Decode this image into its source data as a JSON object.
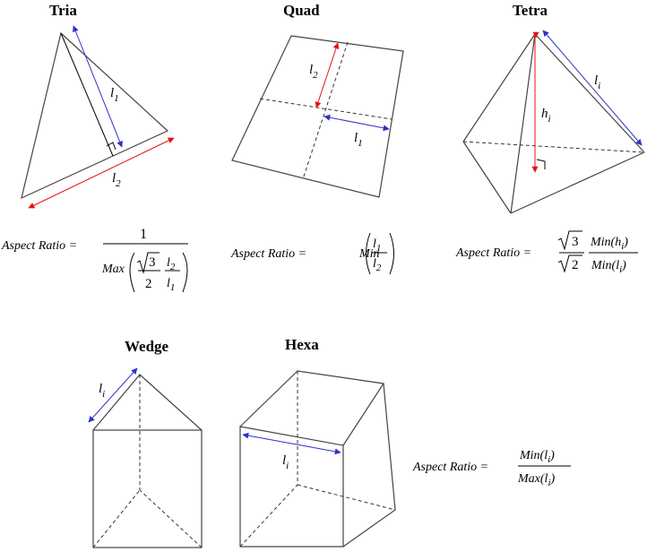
{
  "titles": {
    "tria": "Tria",
    "quad": "Quad",
    "tetra": "Tetra",
    "wedge": "Wedge",
    "hexa": "Hexa"
  },
  "symbols": {
    "l": "l",
    "h": "h",
    "sub1": "1",
    "sub2": "2",
    "subi": "i"
  },
  "formulas": {
    "lhs": "Aspect  Ratio =",
    "one": "1",
    "max": "Max",
    "min": "Min",
    "sqrt3": "3",
    "sqrt2": "2",
    "two": "2",
    "min_h": "Min(h",
    "min_l": "Min(l",
    "max_l": "Max(l",
    "close": ")"
  },
  "colors": {
    "red_arrow": "#e81010",
    "blue_arrow": "#3030c8",
    "edge": "#444444"
  }
}
